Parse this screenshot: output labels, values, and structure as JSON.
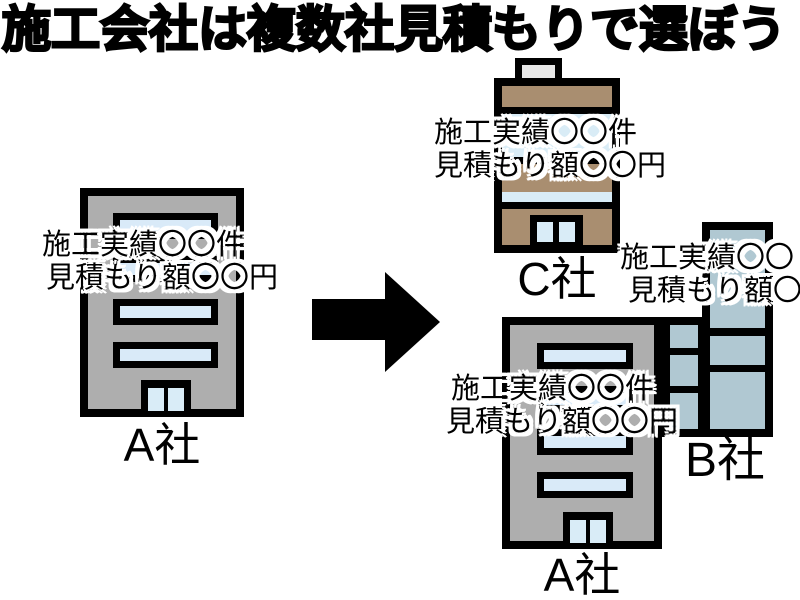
{
  "title": "施工会社は複数社見積もりで選ぼう",
  "colors": {
    "gray_building": "#aeaeae",
    "brown_building": "#a98e70",
    "bluegray_building": "#b0c8d2",
    "window_blue": "#d9eaf8",
    "chimney_gray": "#e8e8e8",
    "text": "#000000",
    "text_outline": "#ffffff"
  },
  "before": {
    "company_a": {
      "label": "A社",
      "stat_line1": "施工実績〇〇件",
      "stat_line2": "見積もり額〇〇円"
    }
  },
  "after": {
    "company_c": {
      "label": "C社",
      "stat_line1": "施工実績〇〇件",
      "stat_line2": "見積もり額〇〇円"
    },
    "company_b": {
      "label": "B社",
      "stat_line1": "施工実績〇〇",
      "stat_line2": "見積もり額〇"
    },
    "company_a": {
      "label": "A社",
      "stat_line1": "施工実績〇〇件",
      "stat_line2": "見積もり額〇〇円"
    }
  }
}
